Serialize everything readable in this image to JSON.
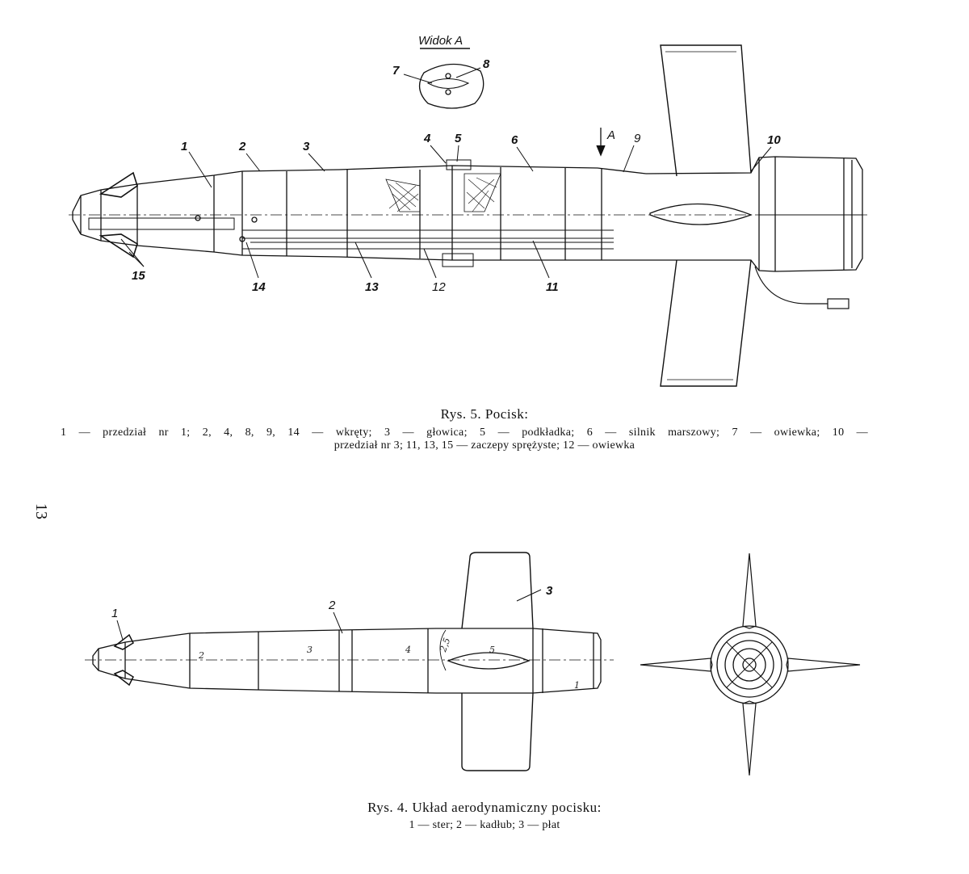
{
  "page_number": "13",
  "figure5": {
    "view_label": "Widok A",
    "arrow_label": "A",
    "callouts": [
      "1",
      "2",
      "3",
      "4",
      "5",
      "6",
      "7",
      "8",
      "9",
      "10",
      "11",
      "12",
      "13",
      "14",
      "15"
    ],
    "title": "Rys. 5. Pocisk:",
    "legend_line1": "1 — przedział nr 1; 2, 4, 8, 9, 14 — wkręty; 3 — głowica; 5 — podkładka; 6 — silnik marszowy; 7 — owiewka; 10 —",
    "legend_line2": "przedział nr 3; 11, 13, 15 — zaczepy sprężyste; 12 — owiewka"
  },
  "figure4": {
    "callouts": [
      "1",
      "2",
      "3"
    ],
    "section_marks": [
      "2",
      "3",
      "4",
      "5",
      "1"
    ],
    "angle_mark": "2,5",
    "title": "Rys. 4. Układ aerodynamiczny pocisku:",
    "legend": "1 — ster; 2 — kadłub; 3 — płat"
  }
}
